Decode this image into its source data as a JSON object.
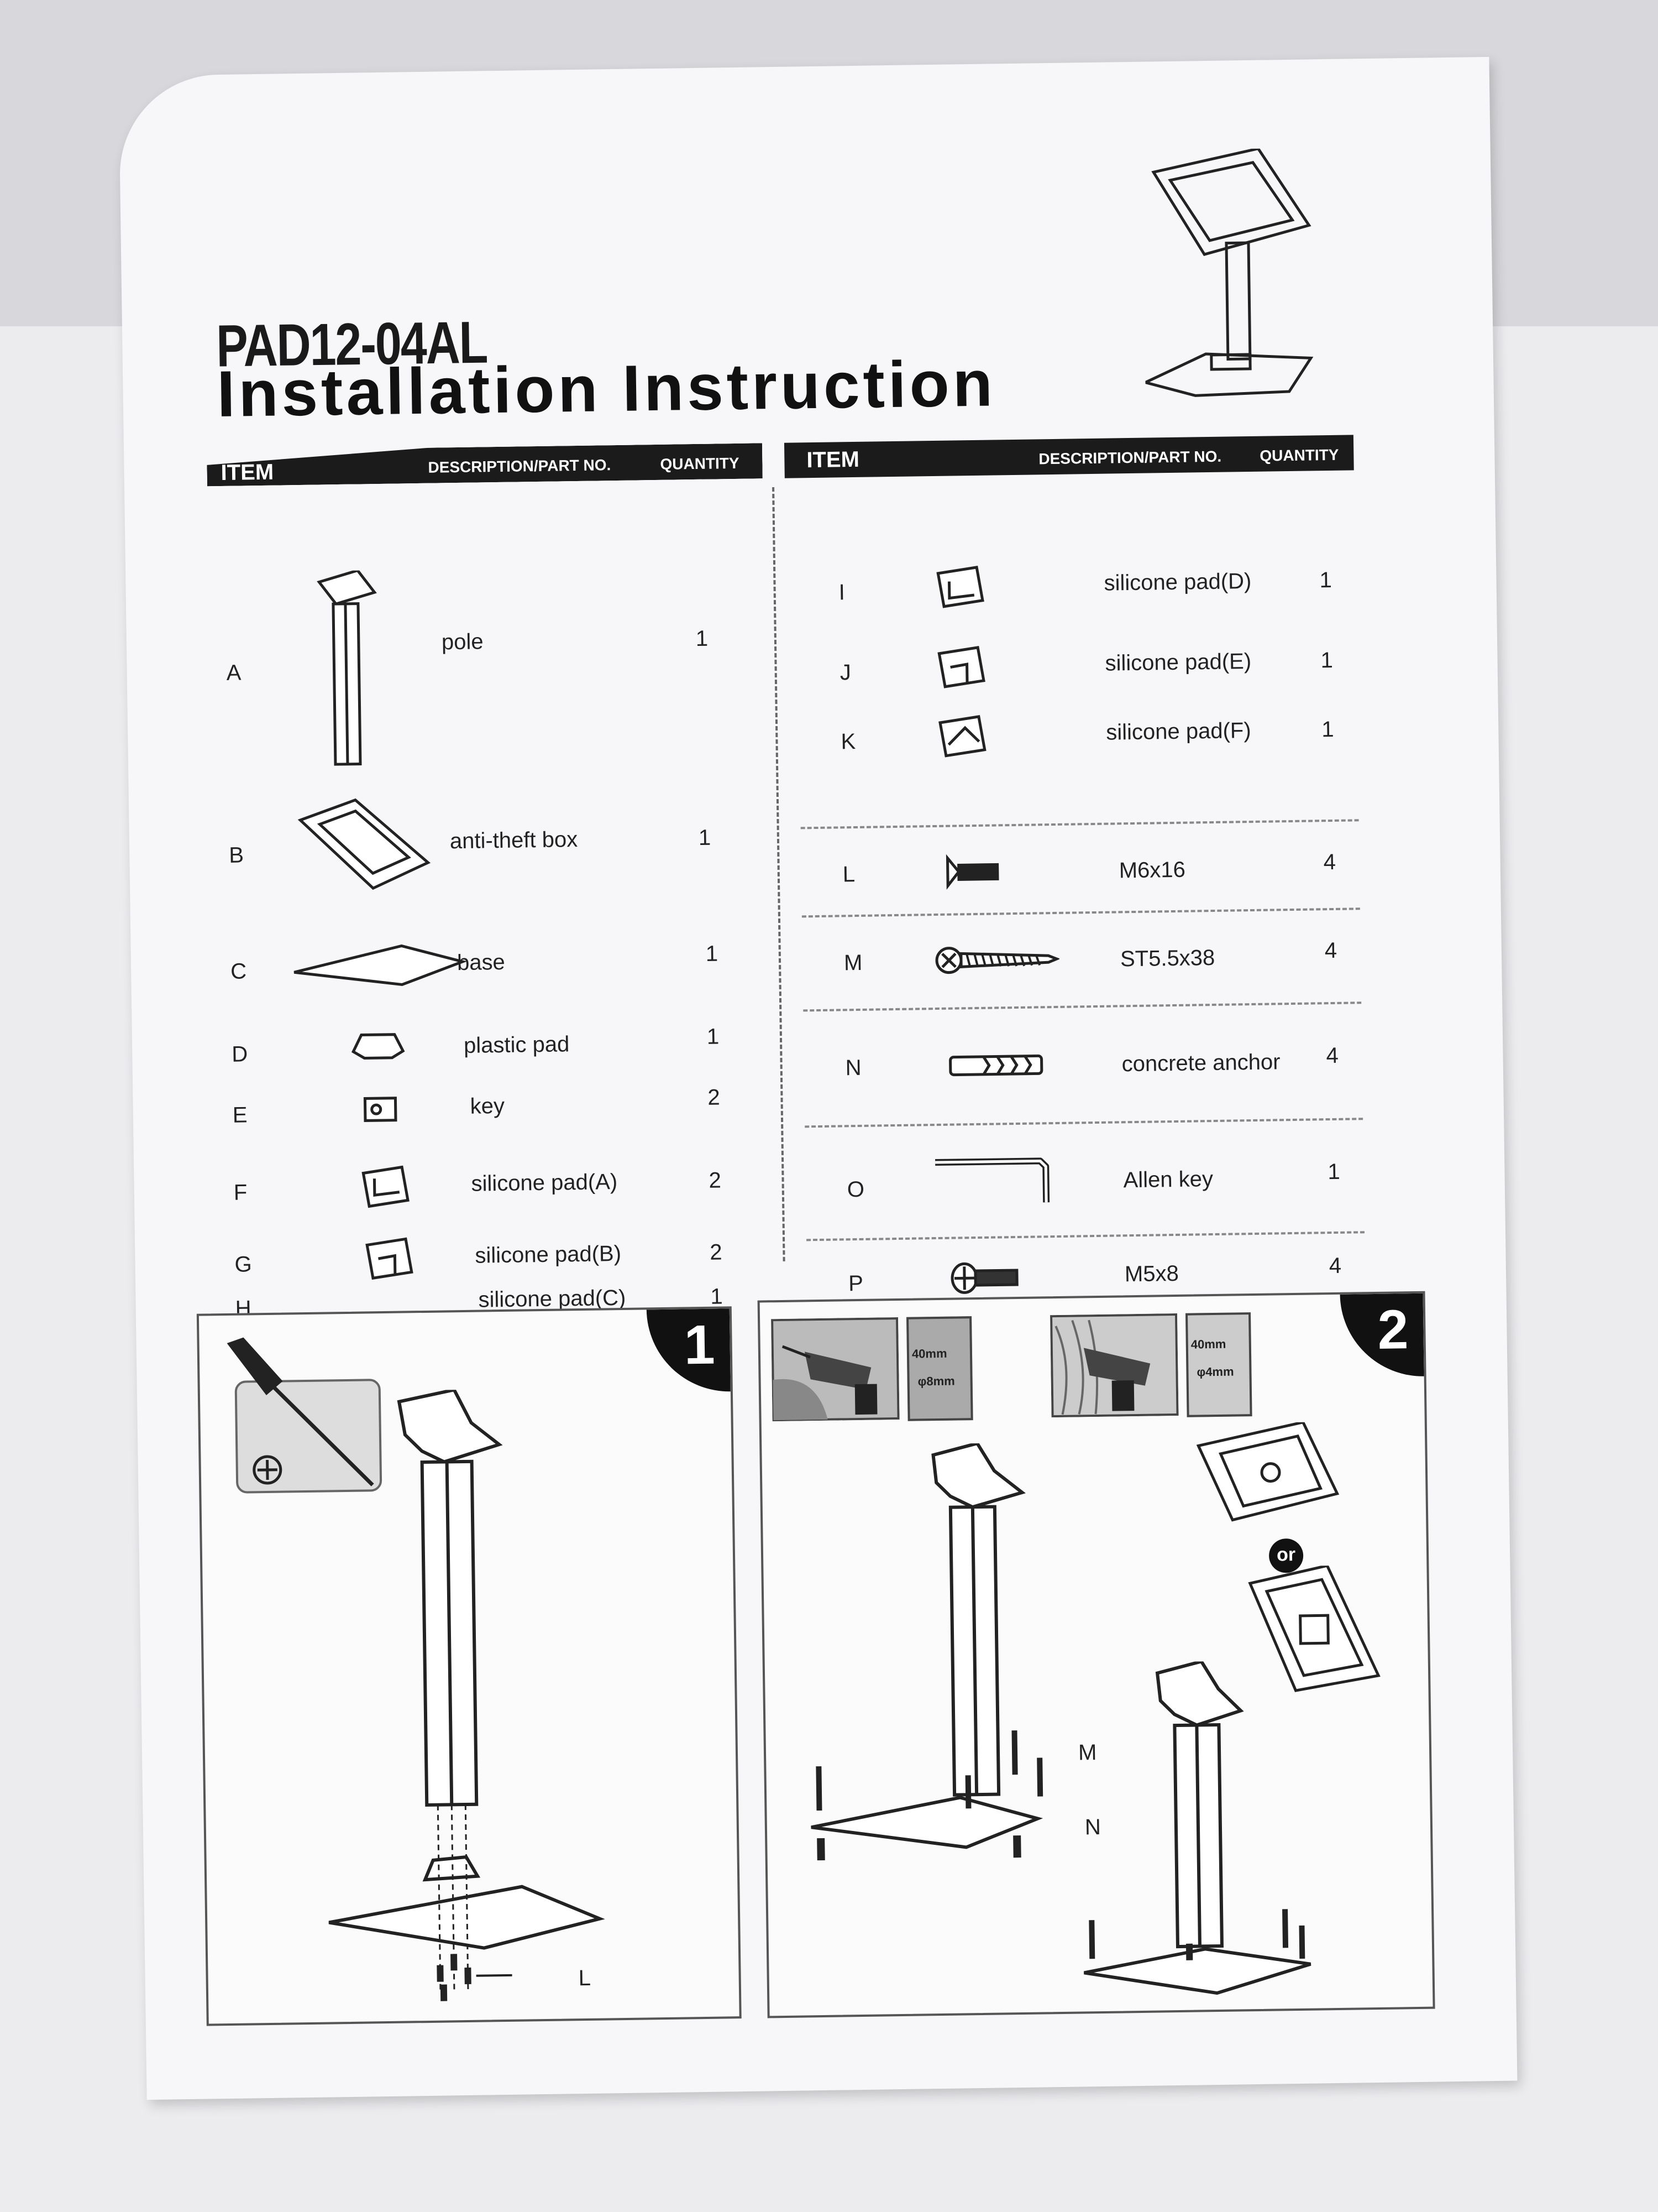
{
  "document": {
    "model": "PAD12-04AL",
    "title": "Installation Instruction"
  },
  "headers": {
    "item": "ITEM",
    "description": "DESCRIPTION/PART NO.",
    "quantity": "QUANTITY"
  },
  "parts_left": [
    {
      "code": "A",
      "description": "pole",
      "quantity": "1",
      "icon": "pole-icon"
    },
    {
      "code": "B",
      "description": "anti-theft box",
      "quantity": "1",
      "icon": "anti-theft-box-icon"
    },
    {
      "code": "C",
      "description": "base",
      "quantity": "1",
      "icon": "base-plate-icon"
    },
    {
      "code": "D",
      "description": "plastic pad",
      "quantity": "1",
      "icon": "plastic-pad-icon"
    },
    {
      "code": "E",
      "description": "key",
      "quantity": "2",
      "icon": "key-icon"
    },
    {
      "code": "F",
      "description": "silicone pad(A)",
      "quantity": "2",
      "icon": "silicone-pad-icon"
    },
    {
      "code": "G",
      "description": "silicone pad(B)",
      "quantity": "2",
      "icon": "silicone-pad-icon"
    },
    {
      "code": "H",
      "description": "silicone pad(C)",
      "quantity": "1",
      "icon": "silicone-pad-icon"
    }
  ],
  "parts_right": [
    {
      "code": "I",
      "description": "silicone pad(D)",
      "quantity": "1",
      "icon": "silicone-pad-icon"
    },
    {
      "code": "J",
      "description": "silicone pad(E)",
      "quantity": "1",
      "icon": "silicone-pad-icon"
    },
    {
      "code": "K",
      "description": "silicone pad(F)",
      "quantity": "1",
      "icon": "silicone-pad-icon"
    },
    {
      "code": "L",
      "description": "M6x16",
      "quantity": "4",
      "icon": "bolt-icon"
    },
    {
      "code": "M",
      "description": "ST5.5x38",
      "quantity": "4",
      "icon": "wood-screw-icon"
    },
    {
      "code": "N",
      "description": "concrete  anchor",
      "quantity": "4",
      "icon": "concrete-anchor-icon"
    },
    {
      "code": "O",
      "description": "Allen key",
      "quantity": "1",
      "icon": "allen-key-icon"
    },
    {
      "code": "P",
      "description": "M5x8",
      "quantity": "4",
      "icon": "screw-icon"
    }
  ],
  "steps": {
    "step1": {
      "number": "1",
      "callout": "L",
      "tool_icon": "phillips-screwdriver-icon"
    },
    "step2": {
      "number": "2",
      "callout_m": "M",
      "callout_n": "N",
      "or_label": "or",
      "drill_concrete": {
        "depth": "40mm",
        "diameter": "φ8mm"
      },
      "drill_wood": {
        "depth": "40mm",
        "diameter": "φ4mm"
      }
    }
  }
}
